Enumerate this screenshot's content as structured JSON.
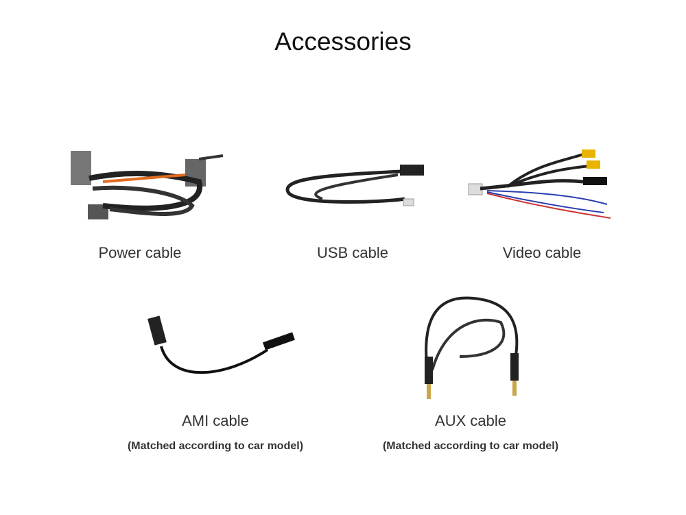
{
  "title": "Accessories",
  "items": [
    {
      "label": "Power cable"
    },
    {
      "label": "USB cable"
    },
    {
      "label": "Video cable"
    },
    {
      "label": "AMI cable",
      "note": "(Matched according to car model)"
    },
    {
      "label": "AUX cable",
      "note": "(Matched according to car model)"
    }
  ]
}
